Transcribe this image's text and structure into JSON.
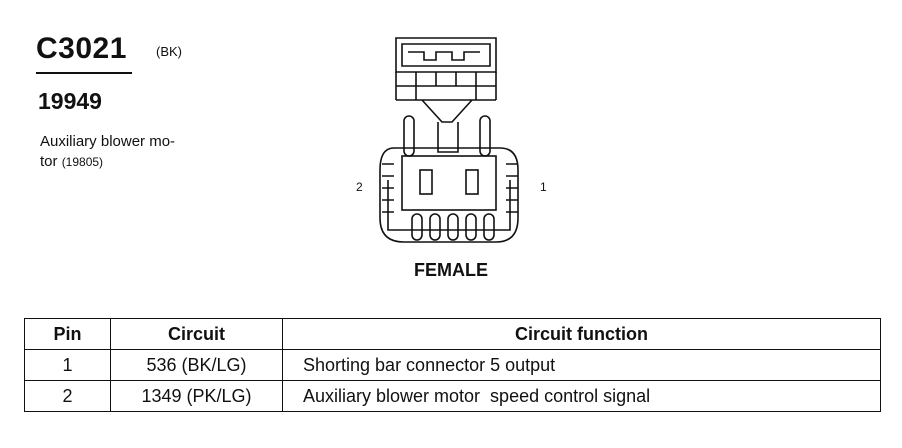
{
  "connector": {
    "id": "C3021",
    "color": "(BK)",
    "part_number": "19949",
    "description": "Auxiliary blower mo-",
    "description_line2": "tor",
    "description_ref": "(19805)",
    "pin_label_left": "2",
    "pin_label_right": "1",
    "face_label": "FEMALE"
  },
  "table": {
    "headers": {
      "pin": "Pin",
      "circuit": "Circuit",
      "function": "Circuit function"
    },
    "rows": [
      {
        "pin": "1",
        "circuit": "536 (BK/LG)",
        "function": "Shorting bar connector 5 output"
      },
      {
        "pin": "2",
        "circuit": "1349 (PK/LG)",
        "function": "Auxiliary blower motor  speed control signal"
      }
    ]
  }
}
